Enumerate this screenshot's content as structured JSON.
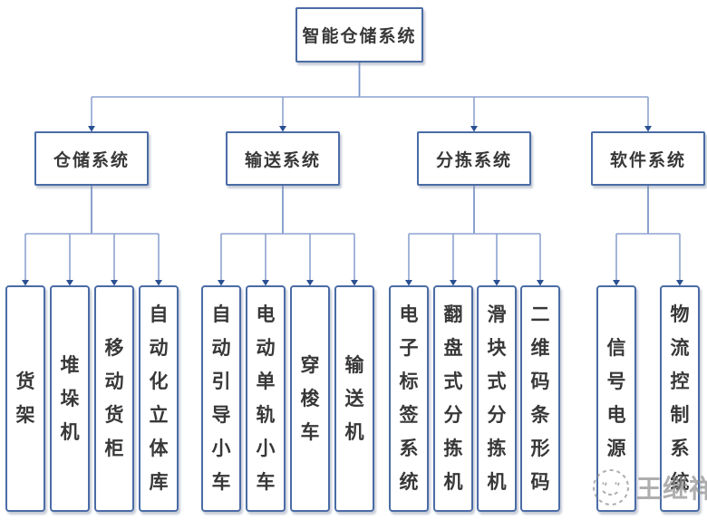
{
  "diagram": {
    "root": {
      "label": "智能仓储系统"
    },
    "branches": [
      {
        "label": "仓储系统",
        "children": [
          {
            "label": "货架"
          },
          {
            "label": "堆垛机"
          },
          {
            "label": "移动货柜"
          },
          {
            "label": "自动化立体库"
          }
        ]
      },
      {
        "label": "输送系统",
        "children": [
          {
            "label": "自动引导小车"
          },
          {
            "label": "电动单轨小车"
          },
          {
            "label": "穿梭车"
          },
          {
            "label": "输送机"
          }
        ]
      },
      {
        "label": "分拣系统",
        "children": [
          {
            "label": "电子标签系统"
          },
          {
            "label": "翻盘式分拣机"
          },
          {
            "label": "滑块式分拣机"
          },
          {
            "label": "二维码条形码"
          }
        ]
      },
      {
        "label": "软件系统",
        "children": [
          {
            "label": "信号电源"
          },
          {
            "label": "物流控制系统"
          }
        ]
      }
    ]
  },
  "watermark": {
    "logo": "smiley-face-logo",
    "text": "王继祥"
  },
  "colors": {
    "box_border": "#4a6ca6",
    "connector": "#8da3d0",
    "connector_dark": "#7d97c9",
    "arrow": "#2a4f92",
    "text": "#383838",
    "watermark": "#8f8f8f",
    "background": "#ffffff"
  }
}
